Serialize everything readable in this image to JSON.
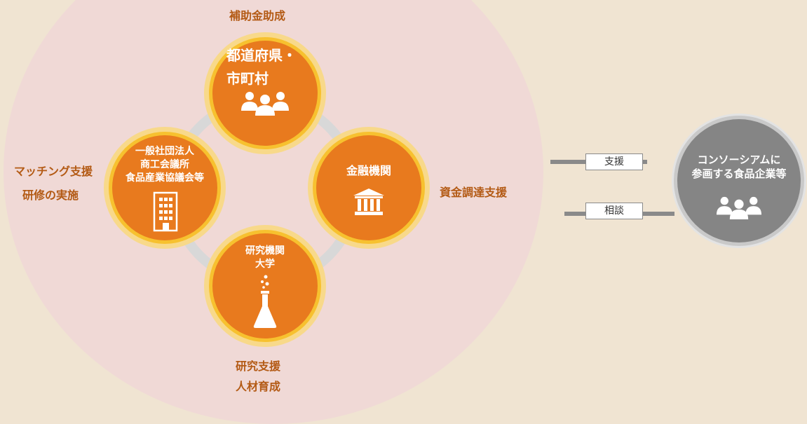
{
  "nodes": {
    "top": {
      "line1": "都道府県・",
      "line2": "市町村"
    },
    "left": {
      "line1": "一般社団法人",
      "line2": "商工会議所",
      "line3": "食品産業協議会等"
    },
    "right": {
      "line1": "金融機関"
    },
    "bottom": {
      "line1": "研究機関",
      "line2": "大学"
    }
  },
  "roles": {
    "top": "補助金助成",
    "left_line1": "マッチング支援",
    "left_line2": "研修の実施",
    "right": "資金調達支援",
    "bottom_line1": "研究支援",
    "bottom_line2": "人材育成"
  },
  "arrows": {
    "support": "支援",
    "consult": "相談"
  },
  "consortium": {
    "line1": "コンソーシアムに",
    "line2": "参画する食品企業等"
  },
  "icons": [
    "people-group-icon",
    "building-icon",
    "bank-icon",
    "flask-icon"
  ],
  "colors": {
    "node": "#e87a1e",
    "node_ring": "#f7c12f",
    "text_accent": "#b35a14",
    "consortium": "#858585",
    "background": "#f0e4d2",
    "ellipse": "#f0d9d6"
  }
}
